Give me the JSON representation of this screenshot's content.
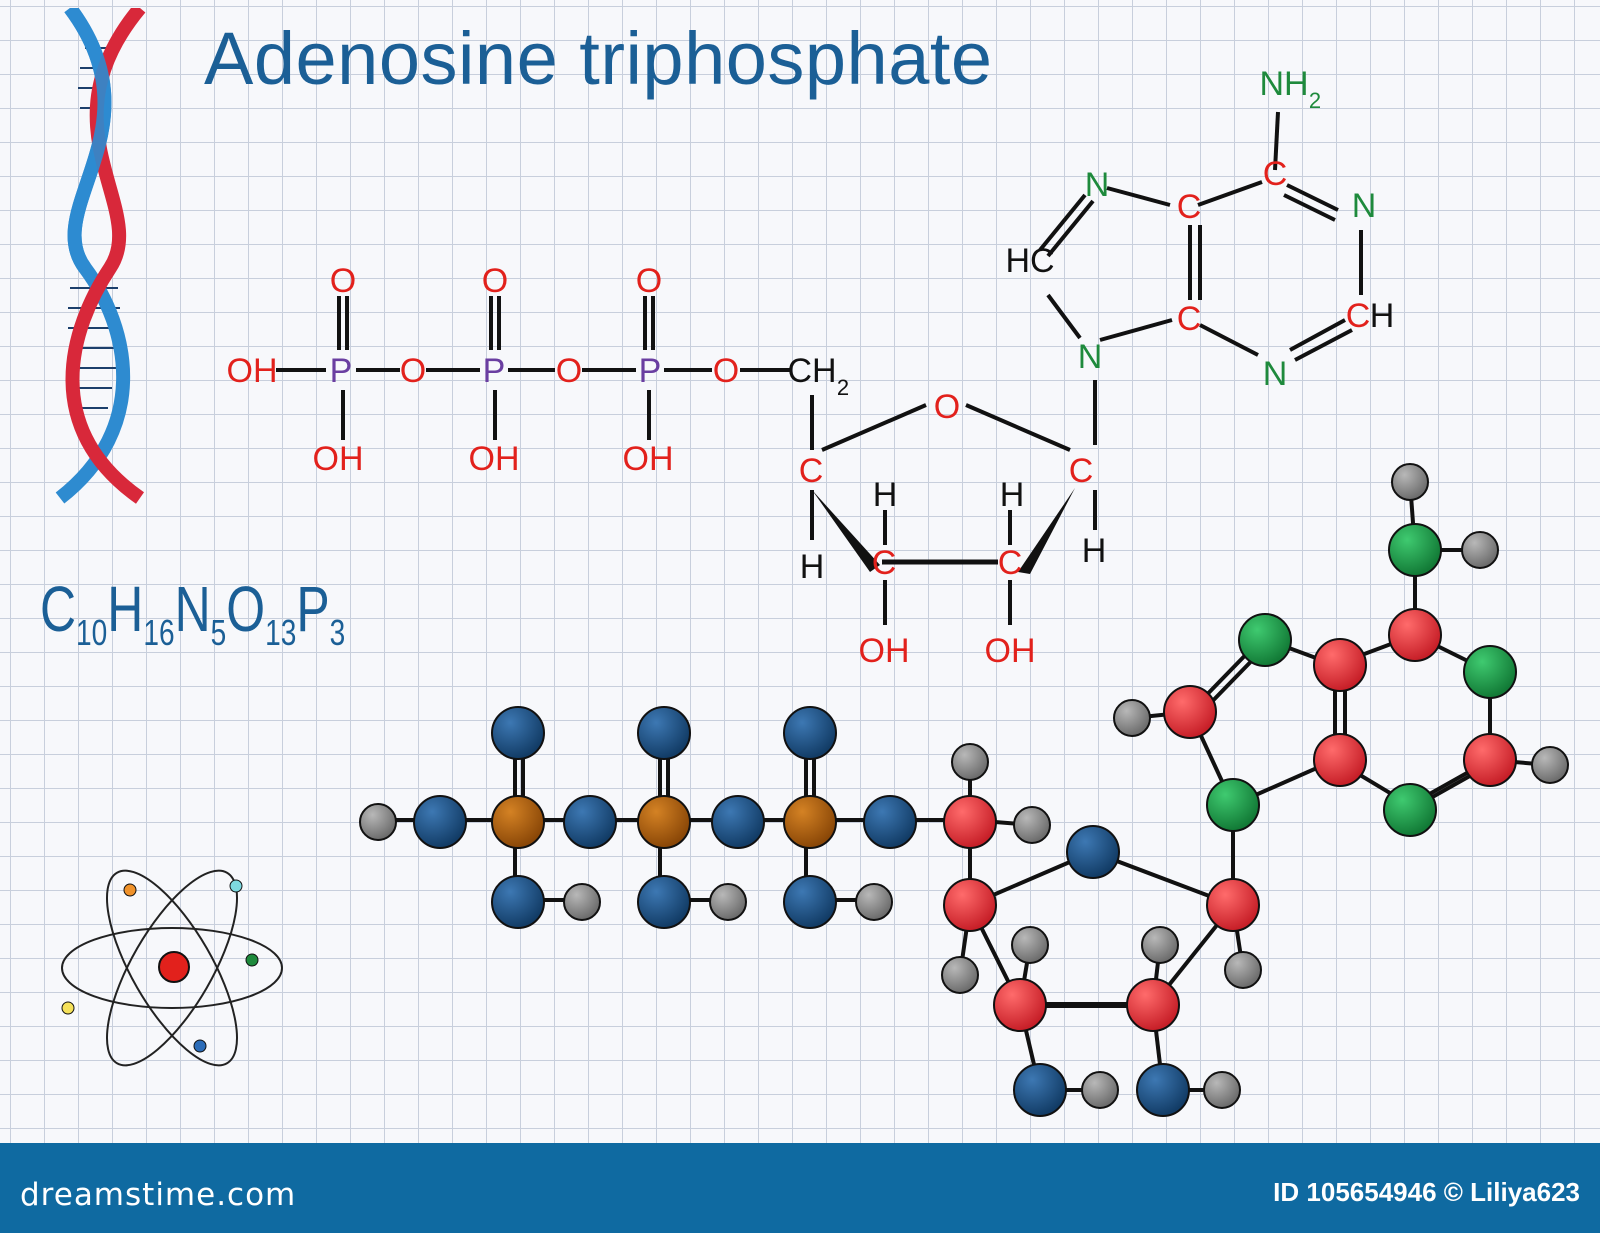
{
  "title": "Adenosine triphosphate",
  "formula": {
    "parts": [
      {
        "el": "C",
        "n": "10"
      },
      {
        "el": "H",
        "n": "16"
      },
      {
        "el": "N",
        "n": "5"
      },
      {
        "el": "O",
        "n": "13"
      },
      {
        "el": "P",
        "n": "3"
      }
    ]
  },
  "structural_labels": {
    "phosphate_o_1": "O",
    "phosphate_o_2": "O",
    "phosphate_o_3": "O",
    "phosphorus": "P",
    "bridge_o": "O",
    "hydroxyl": "OH",
    "ch2": "CH",
    "ch2_sub": "2",
    "ring_o": "O",
    "carbon": "C",
    "hydrogen": "H",
    "nitrogen": "N",
    "hc": "HC",
    "amine": "NH",
    "amine_sub": "2"
  },
  "colors": {
    "title": "#1b5f96",
    "carbon_label": "#e2211c",
    "nitrogen_label": "#1e8a3c",
    "oxygen_label": "#e2211c",
    "phosphorus_label": "#6a3ea1",
    "bond": "#111111",
    "atom_oxygen": "#1c5386",
    "atom_phosphorus": "#b05f0c",
    "atom_carbon": "#e8363f",
    "atom_nitrogen": "#1c9a4a",
    "atom_hydrogen": "#8c8c8c",
    "footer": "#0f6aa1"
  },
  "icons": {
    "dna": "dna-helix-icon",
    "atom": "atom-icon"
  },
  "footer": {
    "brand": "dreamstime.com",
    "id_text": "ID 105654946 © Liliya623"
  }
}
